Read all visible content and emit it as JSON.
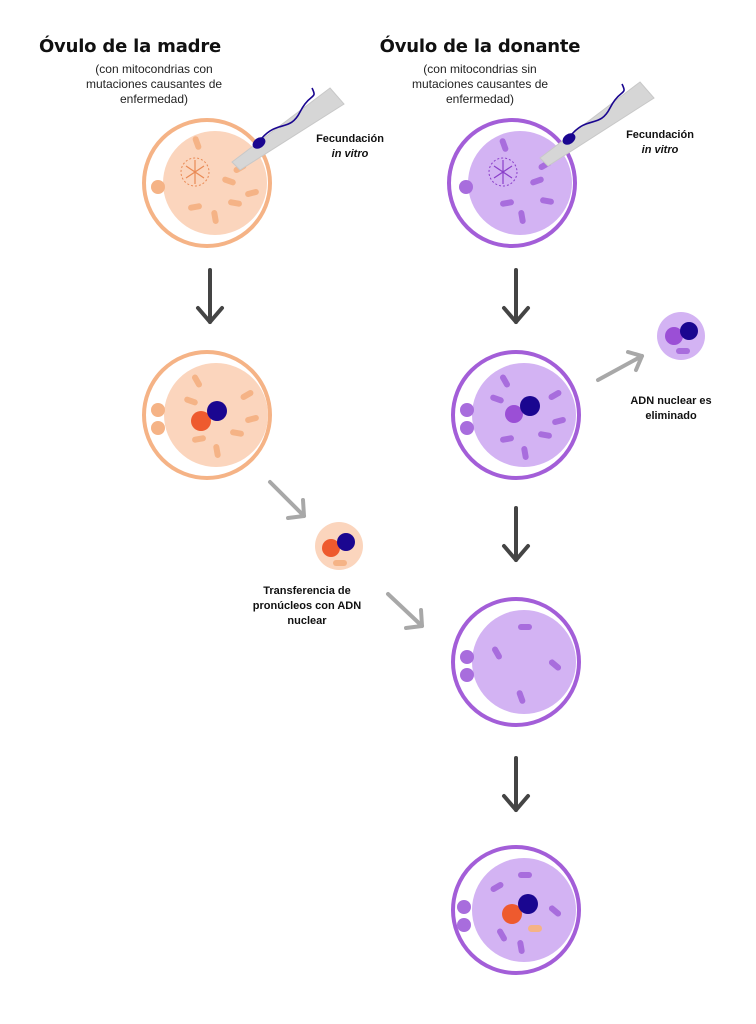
{
  "mother": {
    "title": "Óvulo de la madre",
    "subtitle": [
      "(con mitocondrias con",
      "mutaciones causantes de",
      "enfermedad)"
    ],
    "fecundation": [
      "Fecundación",
      "in vitro"
    ]
  },
  "donor": {
    "title": "Óvulo de la donante",
    "subtitle": [
      "(con mitocondrias sin",
      "mutaciones causantes de",
      "enfermedad)"
    ],
    "fecundation": [
      "Fecundación",
      "in vitro"
    ],
    "removed": [
      "ADN nuclear es",
      "eliminado"
    ]
  },
  "transfer": [
    "Transferencia de",
    "pronúcleos con ADN",
    "nuclear"
  ],
  "colors": {
    "mother_ring": "#F5B386",
    "mother_fill": "#FBD5BD",
    "mother_mito": "#F5B386",
    "donor_ring": "#A35ED8",
    "donor_fill": "#D3B3F3",
    "donor_mito": "#A86DDD",
    "pronucleus_blue": "#1A0690",
    "pronucleus_orange": "#EE5A2E",
    "pronucleus_purple": "#9B4FD6",
    "arrow_dark": "#444444",
    "arrow_light": "#A8A8A8",
    "pipette": "#D6D6D6"
  }
}
